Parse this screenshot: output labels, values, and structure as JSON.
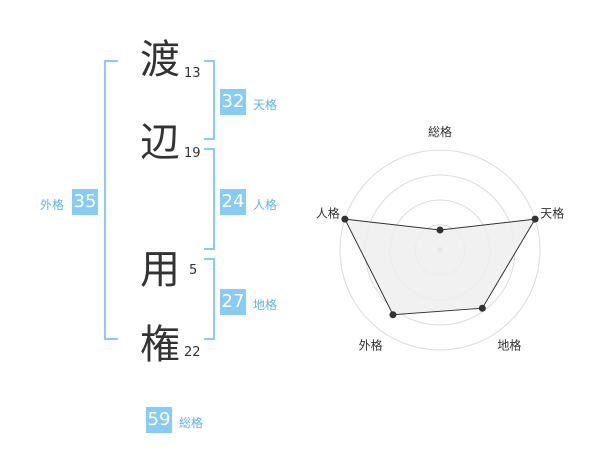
{
  "name": {
    "characters": [
      {
        "char": "渡",
        "strokes": "13"
      },
      {
        "char": "辺",
        "strokes": "19"
      },
      {
        "char": "用",
        "strokes": "5"
      },
      {
        "char": "権",
        "strokes": "22"
      }
    ]
  },
  "kakusu": {
    "tenkaku": {
      "value": "32",
      "label": "天格"
    },
    "jinkaku": {
      "value": "24",
      "label": "人格"
    },
    "chikaku": {
      "value": "27",
      "label": "地格"
    },
    "gaikaku": {
      "value": "35",
      "label": "外格"
    },
    "soukaku": {
      "value": "59",
      "label": "総格"
    }
  },
  "colors": {
    "accent": "#88cbf5",
    "label_accent": "#5fb3ea",
    "text": "#333333",
    "grid": "#dddddd",
    "radar_fill": "#efefef",
    "radar_stroke": "#333333"
  },
  "chart_data": {
    "type": "radar",
    "axes": [
      "総格",
      "天格",
      "地格",
      "外格",
      "人格"
    ],
    "values": [
      0.2,
      1.0,
      0.72,
      0.8,
      1.0
    ],
    "range": [
      0,
      1
    ],
    "rings": 4
  }
}
